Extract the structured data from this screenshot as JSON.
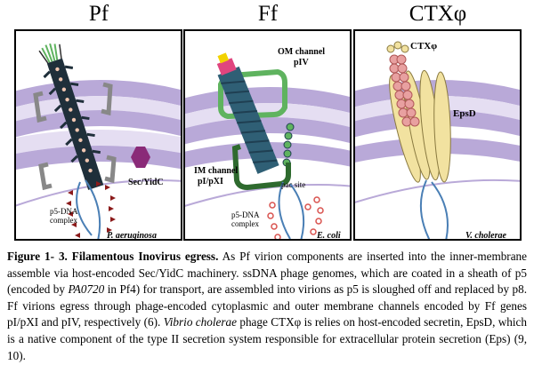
{
  "panels": [
    {
      "title": "Pf",
      "labels": {
        "machinery": "Sec/YidC",
        "dna_line1": "p5-DNA",
        "dna_line2": "complex",
        "organism": "P. aeruginosa"
      }
    },
    {
      "title": "Ff",
      "labels": {
        "om_line1": "OM channel",
        "om_line2": "pIV",
        "im_line1": "IM channel",
        "im_line2": "pI/pXI",
        "pac": "pac site",
        "dna_line1": "p5-DNA",
        "dna_line2": "complex",
        "organism": "E. coli"
      }
    },
    {
      "title": "CTXφ",
      "labels": {
        "phage": "CTXφ",
        "secretin": "EpsD",
        "organism": "V. cholerae"
      }
    }
  ],
  "caption": {
    "label": "Figure 1- 3. Filamentous Inovirus egress.",
    "s1": " As Pf virion components are inserted into the inner-membrane assemble via host-encoded Sec/YidC machinery. ssDNA phage genomes, which are coated in a sheath of p5 (encoded by ",
    "s1_italic": "PA0720",
    "s2": " in Pf4) for transport, are assembled into virions as p5 is sloughed off and replaced by p8. Ff virions egress through phage-encoded cytoplasmic and outer membrane channels encoded by Ff genes pI/pXI and pIV, respectively (6). ",
    "s2_italic": "Vibrio cholerae",
    "s3": " phage CTXφ is relies on host-encoded secretin, EpsD, which is a native component of the type II secretion system responsible for extracellular protein secretion (Eps) (9, 10)."
  },
  "colors": {
    "membrane": "#b9a9d8",
    "membrane_light": "#e5def2",
    "virion_dark": "#1f2f3a",
    "ff_virion": "#2f5f75",
    "channel_green": "#5fb35f",
    "sec_purple": "#8a2a78",
    "dna_blue": "#4a7fb5",
    "arrow_red": "#8b1a1a",
    "ctx_pink": "#e8a0a0",
    "ctx_yellow": "#f2e2a0"
  }
}
